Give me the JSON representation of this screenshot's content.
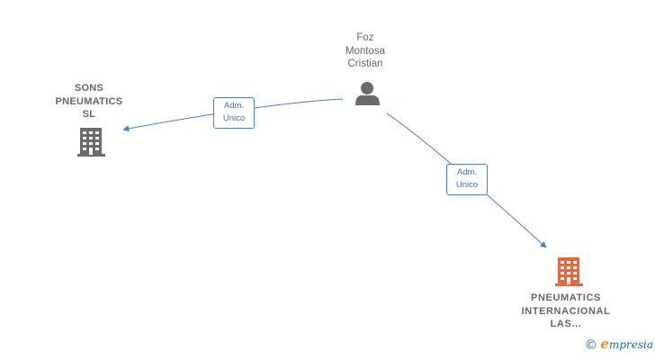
{
  "nodes": {
    "person": {
      "label": "Foz\nMontosa\nCristian",
      "icon": "person-icon"
    },
    "company_left": {
      "label": "SONS\nPNEUMATICS\nSL",
      "icon": "building-icon"
    },
    "company_right": {
      "label": "PNEUMATICS\nINTERNACIONAL\nLAS...",
      "icon": "building-icon"
    }
  },
  "edges": [
    {
      "from": "person",
      "to": "company_left",
      "label": "Adm.\nUnico"
    },
    {
      "from": "person",
      "to": "company_right",
      "label": "Adm.\nUnico"
    }
  ],
  "colors": {
    "edge": "#4a7fc8",
    "node_gray": "#6b6b6b",
    "node_highlight": "#f0643c",
    "label_text": "#666666"
  },
  "watermark": {
    "symbol": "©",
    "brand_initial": "e",
    "brand_rest": "mpresia"
  }
}
